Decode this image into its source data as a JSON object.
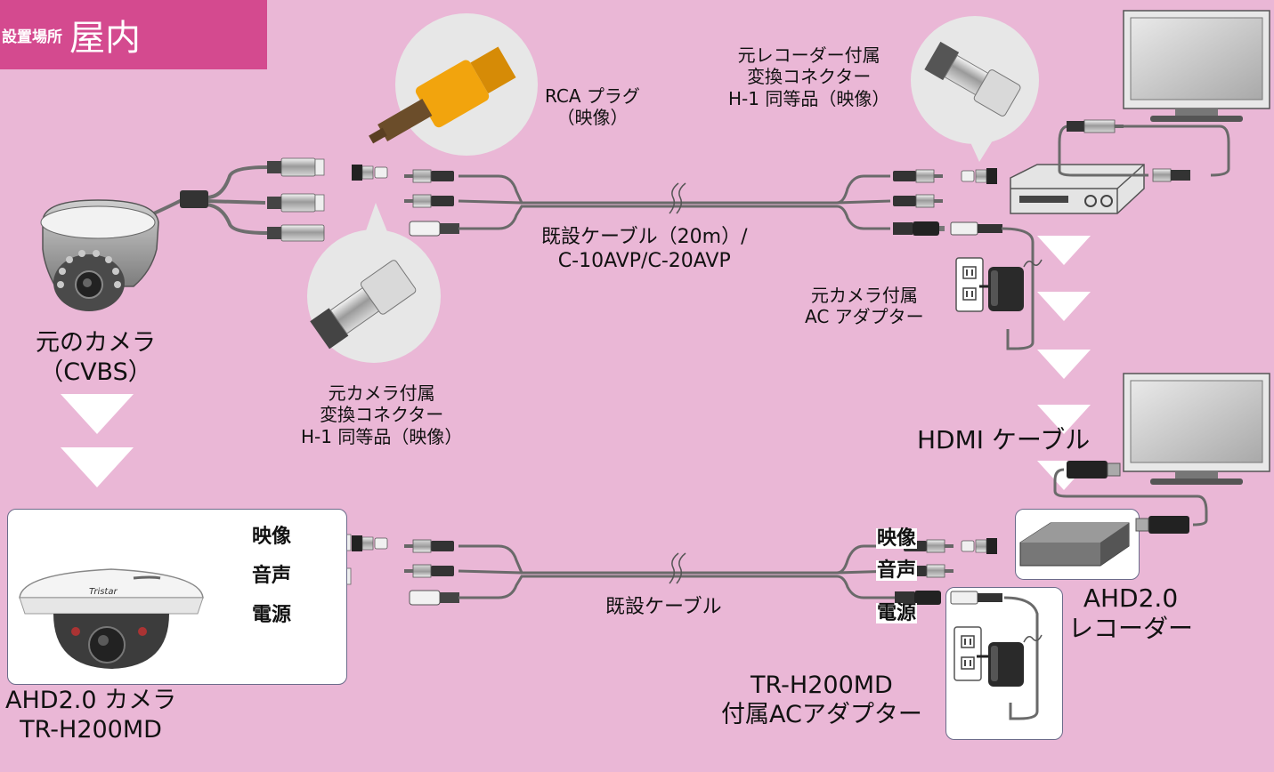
{
  "badge": {
    "small": "設置場所",
    "big": "屋内"
  },
  "labels": {
    "rca_plug": [
      "RCA プラグ",
      "（映像）"
    ],
    "recorder_connector": [
      "元レコーダー付属",
      "変換コネクター",
      "H-1 同等品（映像）"
    ],
    "camera_connector": [
      "元カメラ付属",
      "変換コネクター",
      "H-1 同等品（映像）"
    ],
    "existing_cable_top": [
      "既設ケーブル（20m）/",
      "C-10AVP/C-20AVP"
    ],
    "camera_adapter": [
      "元カメラ付属",
      "AC アダプター"
    ],
    "original_camera": [
      "元のカメラ",
      "（CVBS）"
    ],
    "hdmi_cable": "HDMI ケーブル",
    "existing_cable_bottom": "既設ケーブル",
    "ahd_camera": [
      "AHD2.0 カメラ",
      "TR-H200MD"
    ],
    "ahd_recorder": [
      "AHD2.0",
      "レコーダー"
    ],
    "ahd_adapter": [
      "TR-H200MD",
      "付属ACアダプター"
    ]
  },
  "tags": {
    "video": "映像",
    "audio": "音声",
    "power": "電源"
  },
  "camera_brand": "Tristar",
  "colors": {
    "background": "#eab7d6",
    "badge": "#d44a8f",
    "arrow": "#ffffff",
    "cable": "#7a7a7a"
  }
}
